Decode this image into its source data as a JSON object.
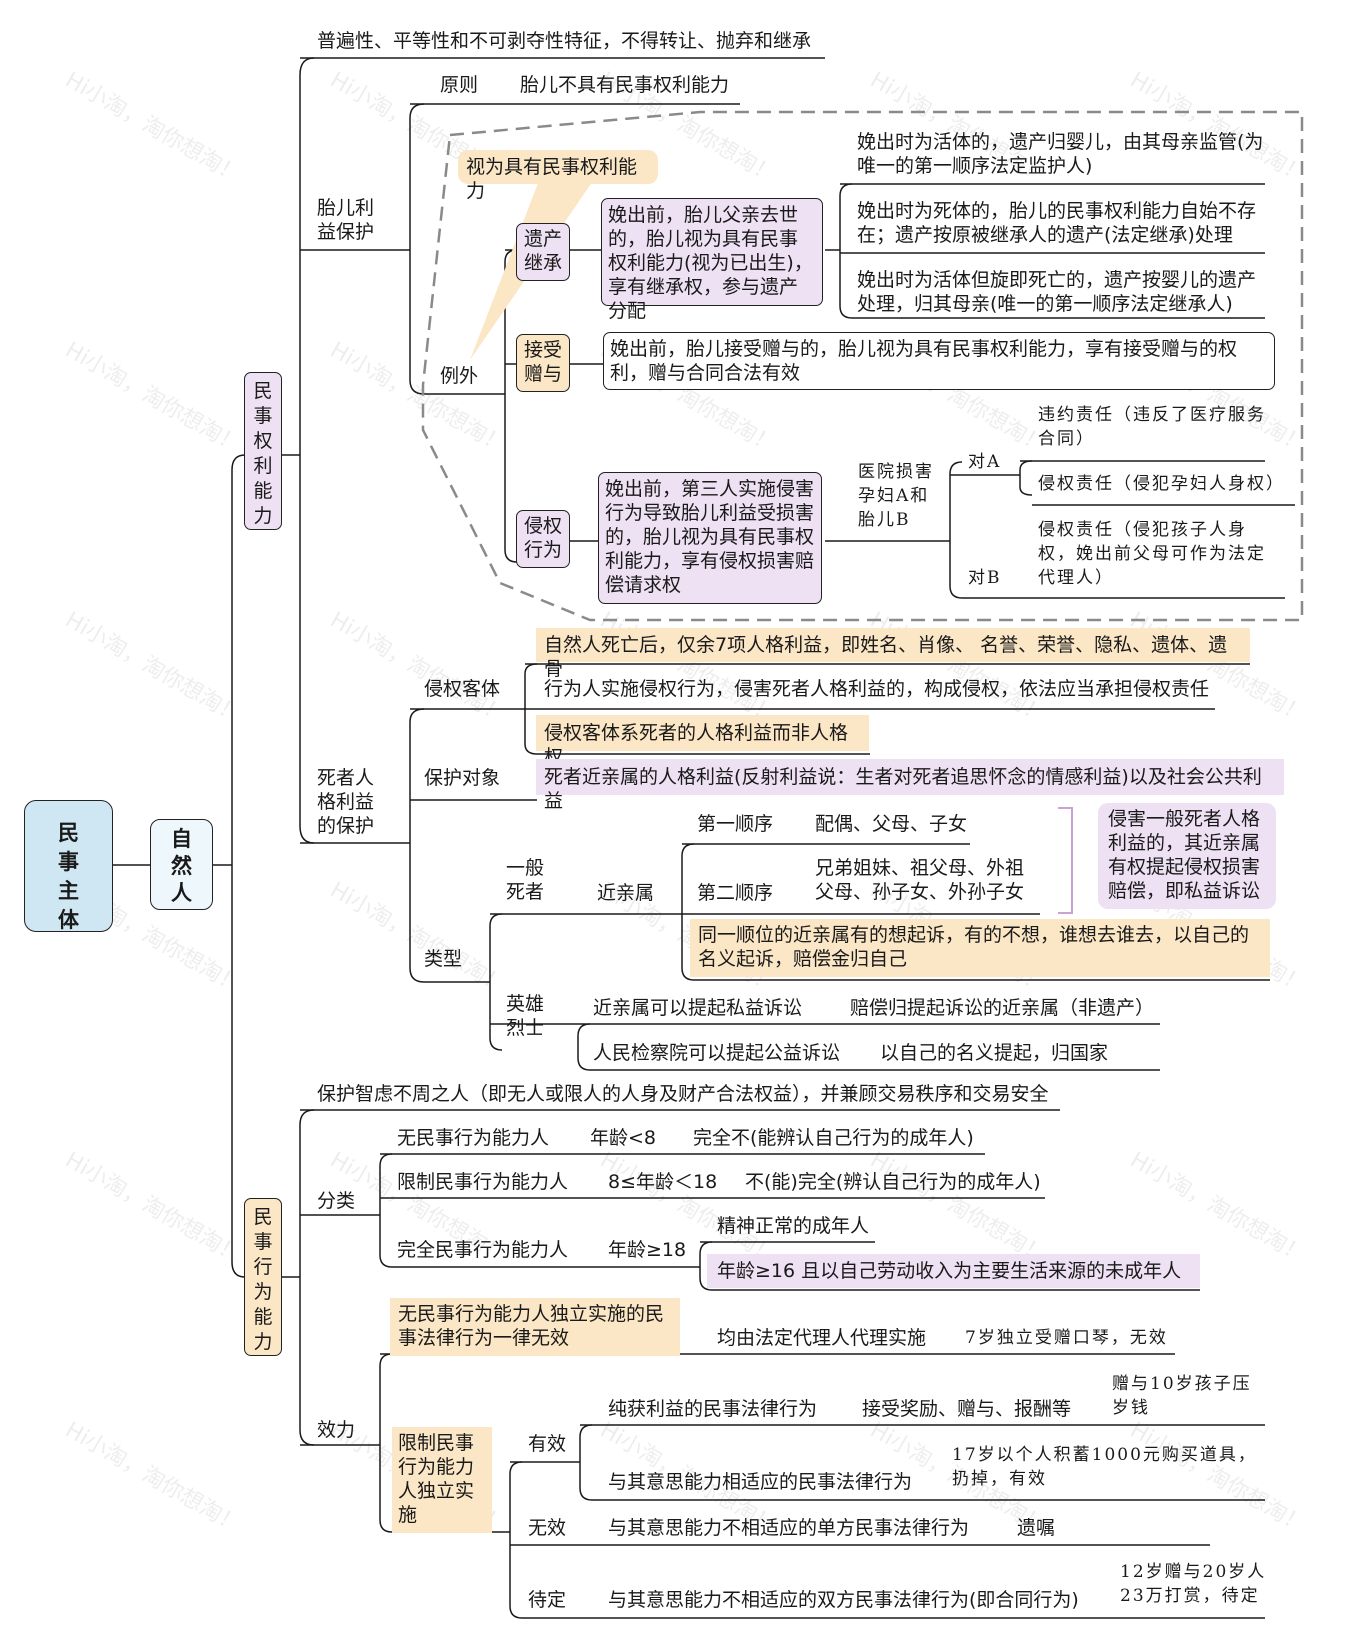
{
  "root": "民事主体",
  "natural_person": "自然人",
  "watermark": "Hi小淘，淘你想淘！",
  "capacity_rights": {
    "label": "民事权利能力",
    "feature": "普遍性、平等性和不可剥夺性特征，不得转让、抛弃和继承",
    "fetus": {
      "label": "胎儿利益保护",
      "principle_label": "原则",
      "principle_text": "胎儿不具有民事权利能力",
      "exception_label": "例外",
      "callout": "视为具有民事权利能力",
      "inheritance": {
        "label": "遗产继承",
        "desc": "娩出前，胎儿父亲去世的，胎儿视为具有民事权利能力(视为已出生)，享有继承权，参与遗产分配",
        "cases": [
          "娩出时为活体的，遗产归婴儿，由其母亲监管(为唯一的第一顺序法定监护人)",
          "娩出时为死体的，胎儿的民事权利能力自始不存在；遗产按原被继承人的遗产(法定继承)处理",
          "娩出时为活体但旋即死亡的，遗产按婴儿的遗产处理，归其母亲(唯一的第一顺序法定继承人)"
        ]
      },
      "gift": {
        "label": "接受赠与",
        "desc": "娩出前，胎儿接受赠与的，胎儿视为具有民事权利能力，享有接受赠与的权利，赠与合同合法有效"
      },
      "tort": {
        "label": "侵权行为",
        "desc": "娩出前，第三人实施侵害行为导致胎儿利益受损害的，胎儿视为具有民事权利能力，享有侵权损害赔偿请求权",
        "hospital": "医院损害孕妇A和胎儿B",
        "to_a": "对A",
        "to_b": "对B",
        "a_items": [
          "违约责任（违反了医疗服务合同）",
          "侵权责任（侵犯孕妇人身权）"
        ],
        "b_item": "侵权责任（侵犯孩子人身权，娩出前父母可作为法定代理人）"
      }
    },
    "deceased": {
      "label": "死者人格利益的保护",
      "object_label": "侵权客体",
      "object_items": [
        "自然人死亡后，仅余7项人格利益，即姓名、肖像、 名誉、荣誉、隐私、遗体、遗骨",
        "行为人实施侵权行为，侵害死者人格利益的，构成侵权，依法应当承担侵权责任",
        "侵权客体系死者的人格利益而非人格权"
      ],
      "protect_label": "保护对象",
      "protect_text": "死者近亲属的人格利益(反射利益说：生者对死者追思怀念的情感利益)以及社会公共利益",
      "type_label": "类型",
      "ordinary": {
        "label": "一般死者",
        "relatives": "近亲属",
        "first_order": "第一顺序",
        "first_members": "配偶、父母、子女",
        "second_order": "第二顺序",
        "second_members": "兄弟姐妹、祖父母、外祖父母、孙子女、外孙子女",
        "note": "侵害一般死者人格利益的，其近亲属有权提起侵权损害赔偿，即私益诉讼",
        "same_order": "同一顺位的近亲属有的想起诉，有的不想，谁想去谁去，以自己的名义起诉，赔偿金归自己"
      },
      "hero": {
        "label": "英雄烈士",
        "private_suit": "近亲属可以提起私益诉讼",
        "private_result": "赔偿归提起诉讼的近亲属（非遗产）",
        "public_suit": "人民检察院可以提起公益诉讼",
        "public_result": "以自己的名义提起，归国家"
      }
    }
  },
  "capacity_acts": {
    "label": "民事行为能力",
    "purpose": "保护智虑不周之人（即无人或限人的人身及财产合法权益），并兼顾交易秩序和交易安全",
    "classify_label": "分类",
    "classes": [
      {
        "name": "无民事行为能力人",
        "age": "年龄<8",
        "note": "完全不(能辨认自己行为的成年人)"
      },
      {
        "name": "限制民事行为能力人",
        "age": "8≤年龄＜18",
        "note": "不(能)完全(辨认自己行为的成年人)"
      },
      {
        "name": "完全民事行为能力人",
        "age": "年龄≥18",
        "note": "精神正常的成年人",
        "note2": "年龄≥16 且以自己劳动收入为主要生活来源的未成年人"
      }
    ],
    "effect_label": "效力",
    "no_capacity_box": "无民事行为能力人独立实施的民事法律行为一律无效",
    "no_capacity_rule": "均由法定代理人代理实施",
    "no_capacity_example": "7岁独立受赠口琴，无效",
    "limited_box": "限制民事行为能力人独立实施",
    "valid_label": "有效",
    "valid_items": [
      {
        "text": "纯获利益的民事法律行为",
        "ex": "接受奖励、赠与、报酬等",
        "hw": "赠与10岁孩子压岁钱"
      },
      {
        "text": "与其意思能力相适应的民事法律行为",
        "hw": "17岁以个人积蓄1000元购买道具，扔掉，有效"
      }
    ],
    "invalid_label": "无效",
    "invalid_text": "与其意思能力不相适应的单方民事法律行为",
    "invalid_ex": "遗嘱",
    "pending_label": "待定",
    "pending_text": "与其意思能力不相适应的双方民事法律行为(即合同行为)",
    "pending_hw": "12岁赠与20岁人23万打赏，待定"
  }
}
